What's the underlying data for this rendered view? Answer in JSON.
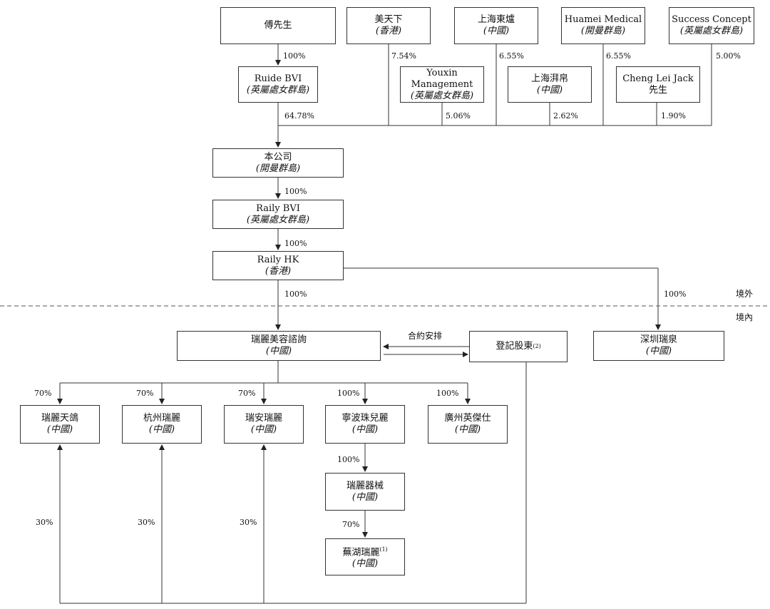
{
  "entities": {
    "fu": {
      "name": "傅先生",
      "jur": ""
    },
    "meitianxia": {
      "name": "美天下",
      "jur": "(香港)"
    },
    "shanghai_donglu": {
      "name": "上海東爐",
      "jur": "(中國)"
    },
    "huamei": {
      "name": "Huamei Medical",
      "jur": "(開曼群島)"
    },
    "success": {
      "name": "Success Concept",
      "jur": "(英屬處女群島)"
    },
    "ruide": {
      "name": "Ruide BVI",
      "jur": "(英屬處女群島)"
    },
    "youxin": {
      "name": "Youxin Management",
      "name_line1": "Youxin",
      "name_line2": "Management",
      "jur": "(英屬處女群島)"
    },
    "shanghai_pengbo": {
      "name": "上海湃帛",
      "jur": "(中國)"
    },
    "chengleijack": {
      "name": "Cheng Lei Jack",
      "name_line2": "先生",
      "jur": ""
    },
    "company": {
      "name": "本公司",
      "jur": "(開曼群島)"
    },
    "raily_bvi": {
      "name": "Raily BVI",
      "jur": "(英屬處女群島)"
    },
    "raily_hk": {
      "name": "Raily HK",
      "jur": "(香港)"
    },
    "ruili_consult": {
      "name": "瑞麗美容諮詢",
      "jur": "(中國)"
    },
    "registered_shareholders": {
      "name": "登記股東",
      "sup": "(2)",
      "jur": ""
    },
    "shenzhen": {
      "name": "深圳瑞泉",
      "jur": "(中國)"
    },
    "ruili_tiange": {
      "name": "瑞麗天鴿",
      "jur": "(中國)"
    },
    "hangzhou": {
      "name": "杭州瑞麗",
      "jur": "(中國)"
    },
    "ruian": {
      "name": "瑞安瑞麗",
      "jur": "(中國)"
    },
    "ningbo": {
      "name": "寧波珠兒麗",
      "jur": "(中國)"
    },
    "guangzhou": {
      "name": "廣州英傑仕",
      "jur": "(中國)"
    },
    "ruili_qixie": {
      "name": "瑞麗器械",
      "jur": "(中國)"
    },
    "wuhu": {
      "name": "蕪湖瑞麗",
      "sup": "(1)",
      "jur": "(中國)"
    }
  },
  "percentages": {
    "fu_to_ruide": "100%",
    "meitianxia": "7.54%",
    "shanghai_donglu": "6.55%",
    "huamei": "6.55%",
    "success": "5.00%",
    "ruide": "64.78%",
    "youxin": "5.06%",
    "shanghai_pengbo": "2.62%",
    "chengleijack": "1.90%",
    "company_to_raily_bvi": "100%",
    "raily_bvi_to_raily_hk": "100%",
    "raily_hk_to_ruili_consult": "100%",
    "raily_hk_to_shenzhen": "100%",
    "to_ruili_tiange": "70%",
    "to_hangzhou": "70%",
    "to_ruian": "70%",
    "to_ningbo": "100%",
    "to_guangzhou": "100%",
    "ningbo_to_qixie": "100%",
    "qixie_to_wuhu": "70%",
    "reg_to_ruili_tiange": "30%",
    "reg_to_hangzhou": "30%",
    "reg_to_ruian": "30%"
  },
  "labels": {
    "contractual": "合約安排",
    "offshore": "境外",
    "onshore": "境內"
  }
}
